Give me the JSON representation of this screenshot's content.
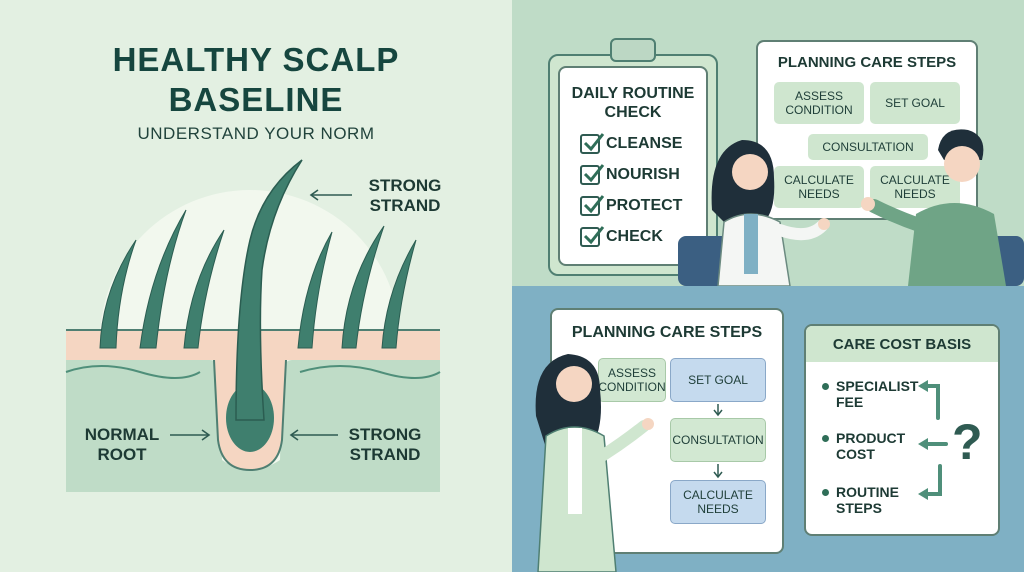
{
  "left": {
    "title_line1": "HEALTHY SCALP",
    "title_line2": "BASELINE",
    "subtitle": "UNDERSTAND YOUR NORM",
    "label_strong_top_1": "STRONG",
    "label_strong_top_2": "STRAND",
    "label_root_1": "NORMAL",
    "label_root_2": "ROOT",
    "label_strong_bottom_1": "STRONG",
    "label_strong_bottom_2": "STRAND"
  },
  "checklist": {
    "title_1": "DAILY ROUTINE",
    "title_2": "CHECK",
    "items": [
      "CLEANSE",
      "NOURISH",
      "PROTECT",
      "CHECK"
    ]
  },
  "board": {
    "title": "PLANNING CARE STEPS",
    "assess": "ASSESS CONDITION",
    "set_goal": "SET GOAL",
    "consultation": "CONSULTATION",
    "calc": "CALCULATE NEEDS",
    "calc2": "CALCULATE NEEDS"
  },
  "flow": {
    "title": "PLANNING CARE STEPS",
    "assess": "ASSESS CONDITION",
    "set_goal": "SET GOAL",
    "consultation": "CONSULTATION",
    "calc": "CALCULATE NEEDS"
  },
  "cost": {
    "title": "CARE COST BASIS",
    "items": [
      "SPECIALIST FEE",
      "PRODUCT COST",
      "ROUTINE STEPS"
    ],
    "mark": "?"
  },
  "colors": {
    "accent_green": "#2f6e58",
    "hair": "#3f7f6e",
    "skin": "#f5d6c2",
    "teal_bg": "#7fb0c4"
  }
}
